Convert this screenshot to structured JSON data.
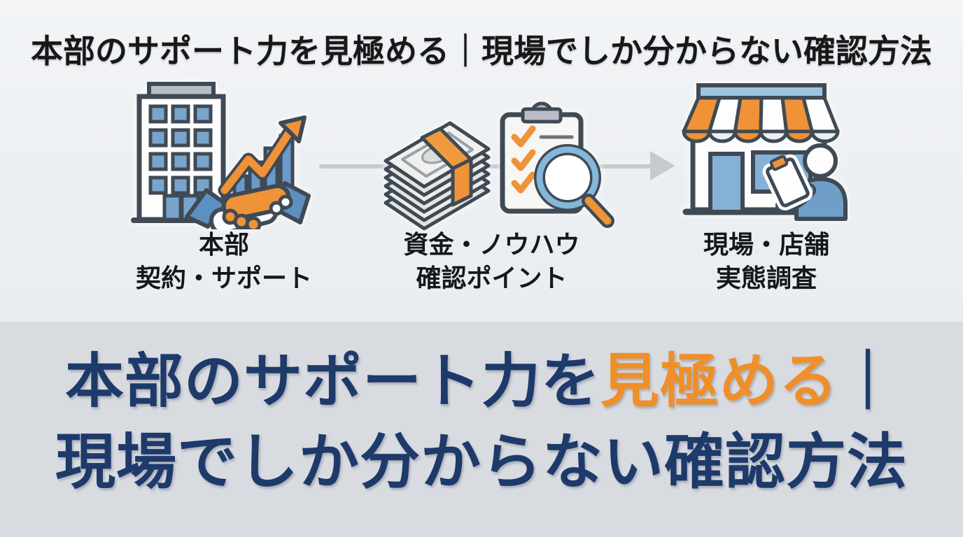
{
  "header": {
    "title": "本部のサポート力を見極める｜現場でしか分からない確認方法"
  },
  "flow": {
    "steps": [
      {
        "icon": "headquarters-handshake-icon",
        "line1": "本部",
        "line2": "契約・サポート"
      },
      {
        "icon": "funds-checklist-icon",
        "line1": "資金・ノウハウ",
        "line2": "確認ポイント"
      },
      {
        "icon": "storefront-inspection-icon",
        "line1": "現場・店舗",
        "line2": "実態調査"
      }
    ],
    "connector": "right-arrow"
  },
  "banner": {
    "line1_prefix": "本部のサポート力を",
    "line1_highlight": "見極める",
    "line1_separator": "｜",
    "line2": "現場でしか分からない確認方法"
  },
  "colors": {
    "navy": "#1d3a6a",
    "accent_orange": "#ef8f2a",
    "icon_orange": "#ef9238",
    "icon_blue": "#6f9fc9",
    "outline_dark": "#3f4a55",
    "connector_gray": "#c6cacf",
    "top_background": "#eef1f4",
    "bottom_background": "#d8dbe0",
    "title_black": "#17181a"
  }
}
